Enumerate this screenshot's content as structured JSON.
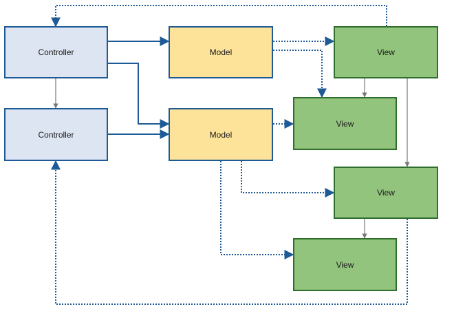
{
  "diagram": {
    "nodes": {
      "controller_1": {
        "label": "Controller",
        "kind": "controller"
      },
      "controller_2": {
        "label": "Controller",
        "kind": "controller"
      },
      "model_1": {
        "label": "Model",
        "kind": "model"
      },
      "model_2": {
        "label": "Model",
        "kind": "model"
      },
      "view_1": {
        "label": "View",
        "kind": "view"
      },
      "view_2": {
        "label": "View",
        "kind": "view"
      },
      "view_3": {
        "label": "View",
        "kind": "view"
      },
      "view_4": {
        "label": "View",
        "kind": "view"
      }
    },
    "edges": [
      {
        "from": "controller_1",
        "to": "model_1",
        "style": "solid-blue"
      },
      {
        "from": "controller_1",
        "to": "model_2",
        "style": "solid-blue"
      },
      {
        "from": "controller_2",
        "to": "model_2",
        "style": "solid-blue"
      },
      {
        "from": "controller_1",
        "to": "controller_2",
        "style": "solid-gray"
      },
      {
        "from": "model_1",
        "to": "view_1",
        "style": "dotted-blue"
      },
      {
        "from": "model_1",
        "to": "view_2",
        "style": "dotted-blue"
      },
      {
        "from": "model_2",
        "to": "view_2",
        "style": "dotted-blue"
      },
      {
        "from": "model_2",
        "to": "view_3",
        "style": "dotted-blue"
      },
      {
        "from": "model_2",
        "to": "view_4",
        "style": "dotted-blue"
      },
      {
        "from": "view_1",
        "to": "view_2",
        "style": "solid-gray"
      },
      {
        "from": "view_1",
        "to": "view_3",
        "style": "solid-gray"
      },
      {
        "from": "view_3",
        "to": "view_4",
        "style": "solid-gray"
      },
      {
        "from": "view_1",
        "to": "controller_1",
        "style": "dotted-blue"
      },
      {
        "from": "view_3",
        "to": "controller_2",
        "style": "dotted-blue"
      }
    ],
    "colors": {
      "controller_fill": "#dee5f2",
      "model_fill": "#fde39a",
      "view_fill": "#92c47d",
      "edge_blue": "#1d5a96",
      "edge_gray": "#777777",
      "view_border": "#2f6e2c"
    }
  }
}
